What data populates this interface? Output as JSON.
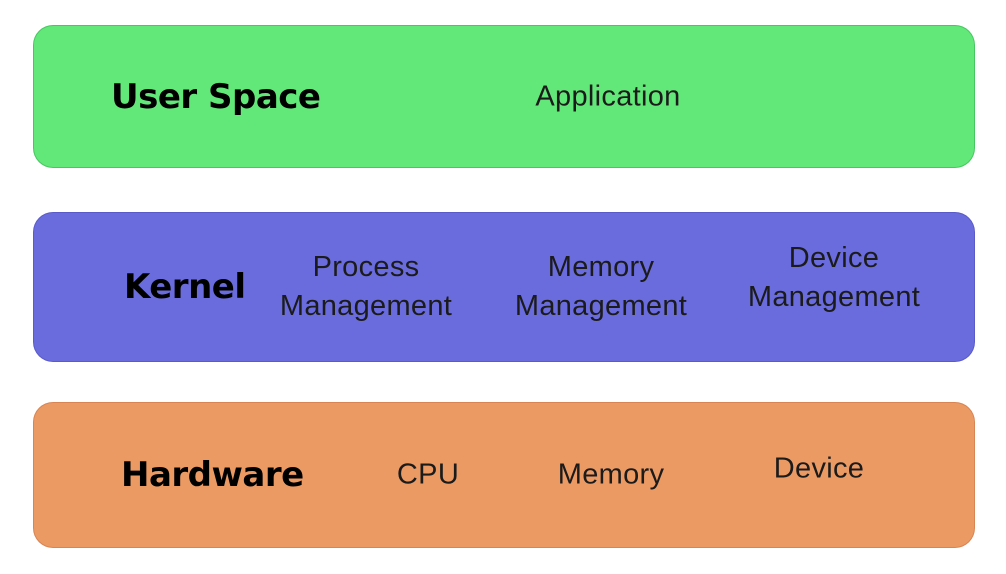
{
  "diagram": {
    "description": "Operating system layered architecture diagram",
    "colors": {
      "background": "#ffffff",
      "user_space_bg": "#62e878",
      "kernel_bg": "#6a6cde",
      "hardware_bg": "#ec9a64",
      "label_text": "#000000",
      "item_text": "#1b1b1b"
    },
    "layers": [
      {
        "label": "User Space",
        "items": [
          "Application"
        ]
      },
      {
        "label": "Kernel",
        "items": [
          "Process\nManagement",
          "Memory\nManagement",
          "Device\nManagement"
        ]
      },
      {
        "label": "Hardware",
        "items": [
          "CPU",
          "Memory",
          "Device"
        ]
      }
    ]
  }
}
